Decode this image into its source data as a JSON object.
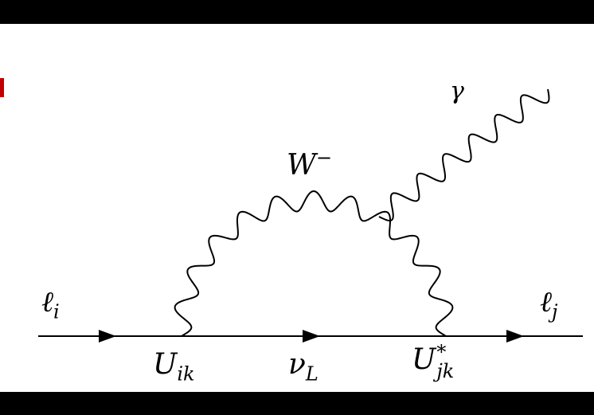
{
  "labels": {
    "lepton_in": {
      "base": "ℓ",
      "sub": "i"
    },
    "lepton_out": {
      "base": "ℓ",
      "sub": "j"
    },
    "boson": {
      "base": "W",
      "sup": "−"
    },
    "photon": {
      "base": "γ"
    },
    "vertex_left": {
      "base": "U",
      "sub": "ik"
    },
    "propagator": {
      "base": "ν",
      "sub": "L"
    },
    "vertex_right": {
      "base": "U",
      "sup": "*",
      "sub": "jk"
    }
  },
  "colors": {
    "line": "#000000",
    "background": "#ffffff",
    "frame": "#000000",
    "accent_tick": "#c00000"
  }
}
